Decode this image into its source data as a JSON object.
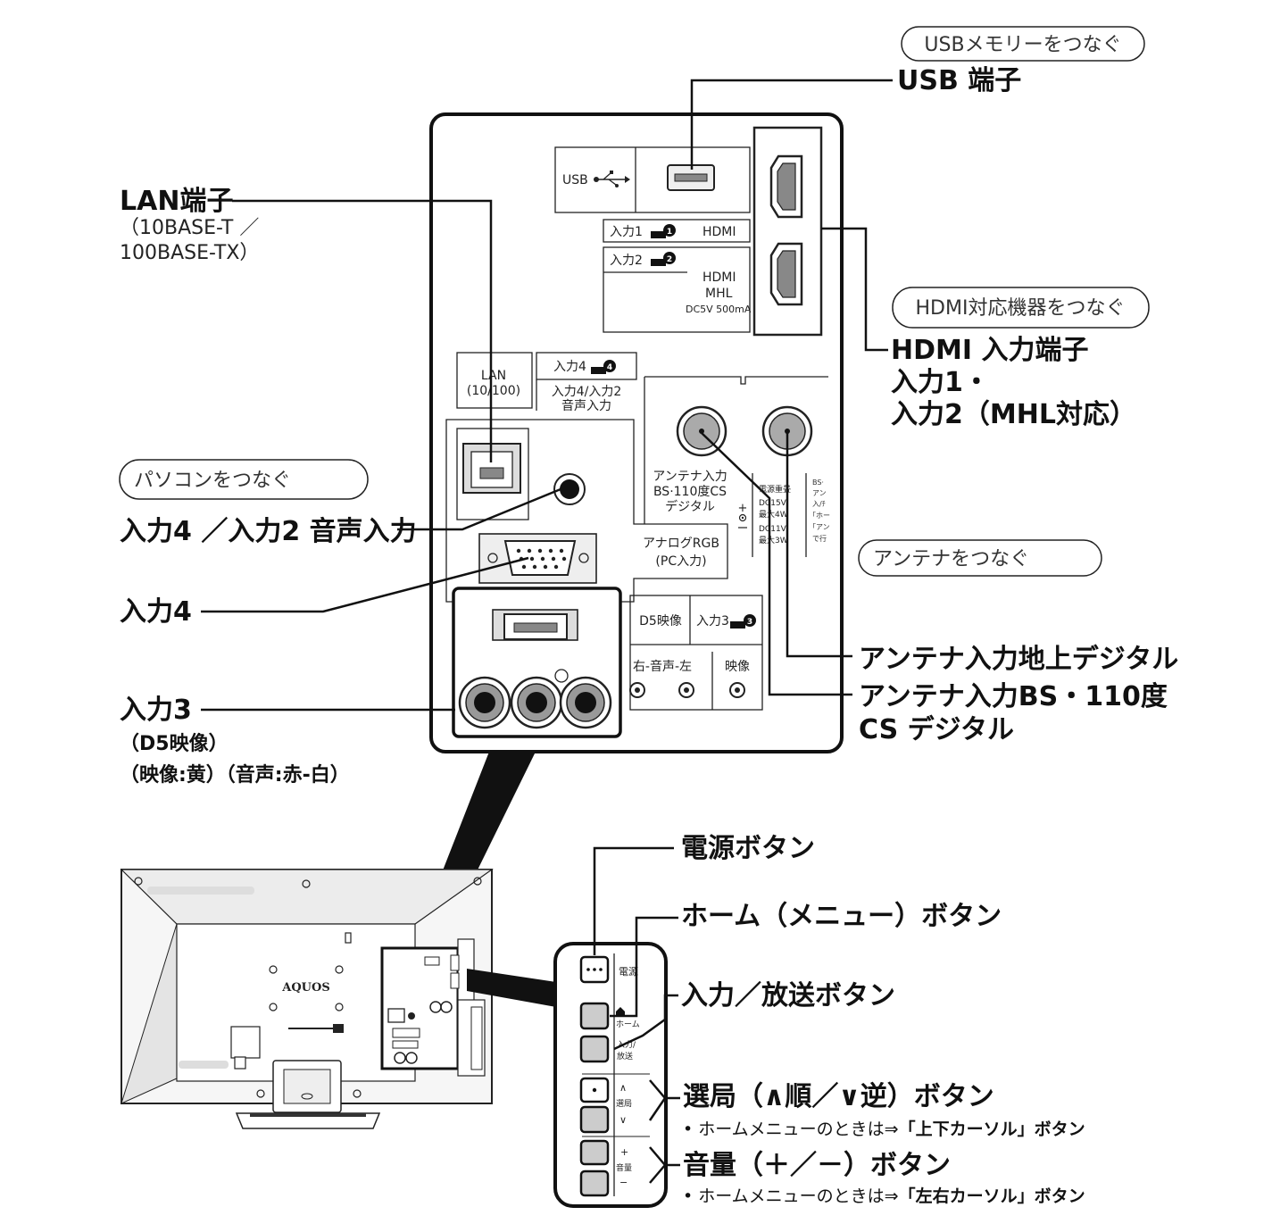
{
  "callouts": {
    "usb_pill": "USBメモリーをつなぐ",
    "usb_label": "USB 端子",
    "lan_label": "LAN端子",
    "lan_spec_1": "（10BASE-T ／",
    "lan_spec_2": "100BASE-TX）",
    "pc_pill": "パソコンをつなぐ",
    "input4_audio_label": "入力4 ／入力2 音声入力",
    "input4_label": "入力4",
    "input3_label": "入力3",
    "input3_sub1": "（D5映像）",
    "input3_sub2": "（映像:黄）（音声:赤-白）",
    "hdmi_pill": "HDMI対応機器をつなぐ",
    "hdmi_label": "HDMI 入力端子",
    "hdmi_sub1": "入力1・",
    "hdmi_sub2": "入力2（MHL対応）",
    "antenna_pill": "アンテナをつなぐ",
    "antenna_terrestrial": "アンテナ入力地上デジタル",
    "antenna_bs_1": "アンテナ入力BS・110度",
    "antenna_bs_2": "CS デジタル"
  },
  "panel": {
    "usb": "USB",
    "in1": "入力1",
    "hdmi": "HDMI",
    "in2": "入力2",
    "hdmi2": "HDMI",
    "mhl": "MHL",
    "dc5v": "DC5V 500mA",
    "lan_1": "LAN",
    "lan_2": "(10/100)",
    "in4": "入力4",
    "in4_audio_1": "入力4/入力2",
    "in4_audio_2": "音声入力",
    "ant_1": "アンテナ入力",
    "ant_2": "BS·110度CS",
    "ant_3": "デジタル",
    "pwr_1": "電源重畳",
    "pwr_2": "DC15V",
    "pwr_3": "最大4W",
    "pwr_4": "DC11V",
    "pwr_5": "最大3W",
    "rgb_1": "アナログRGB",
    "rgb_2": "(PC入力)",
    "d5": "D5映像",
    "in3": "入力3",
    "audio_rl": "右-音声-左",
    "video": "映像"
  },
  "tv": {
    "brand": "AQUOS"
  },
  "buttons": {
    "power": "電源ボタン",
    "home": "ホーム（メニュー）ボタン",
    "input": "入力／放送ボタン",
    "channel": "選局（∧順／∨逆）ボタン",
    "channel_note_pre": "• ホームメニューのときは⇒",
    "channel_note_bold": "「上下カーソル」ボタン",
    "volume": "音量（＋／－）ボタン",
    "volume_note_pre": "• ホームメニューのときは⇒",
    "volume_note_bold": "「左右カーソル」ボタン",
    "btn_power": "電源",
    "btn_home": "ホーム",
    "btn_input_1": "入力/",
    "btn_input_2": "放送",
    "btn_ch": "選局",
    "btn_vol": "音量",
    "sym_up": "∧",
    "sym_down": "∨",
    "sym_plus": "+",
    "sym_minus": "−"
  }
}
